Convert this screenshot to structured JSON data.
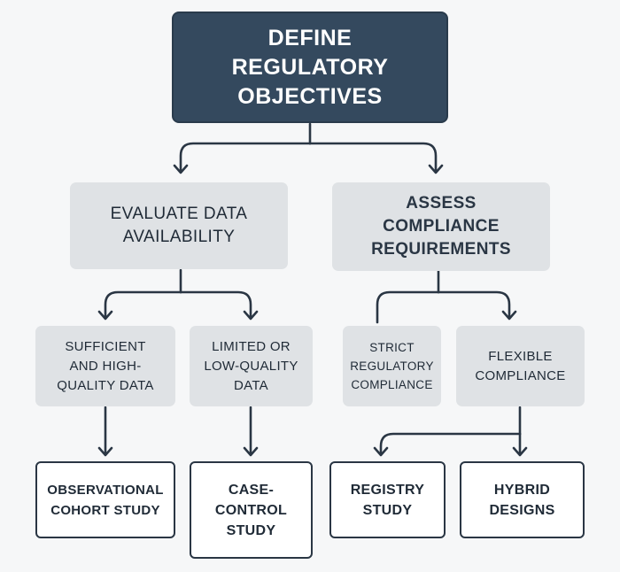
{
  "nodes": {
    "root": "Define\nregulatory\nobjectives",
    "evaluate": "Evaluate data\navailability",
    "assess": "Assess\ncompliance\nrequirements",
    "sufficient": "Sufficient\nand high-\nquality data",
    "limited": "Limited or\nlow-quality\ndata",
    "strict": "Strict\nregulatory\ncompliance",
    "flexible": "Flexible\ncompliance",
    "observational": "Observational\ncohort study",
    "case_control": "Case-\ncontrol\nstudy",
    "registry": "Registry\nstudy",
    "hybrid": "Hybrid\ndesigns"
  },
  "colors": {
    "root_fill": "#34495e",
    "mid_fill": "#dfe2e5",
    "leaf_border": "#2a3644",
    "connector": "#2a3644",
    "background": "#f6f7f8"
  }
}
